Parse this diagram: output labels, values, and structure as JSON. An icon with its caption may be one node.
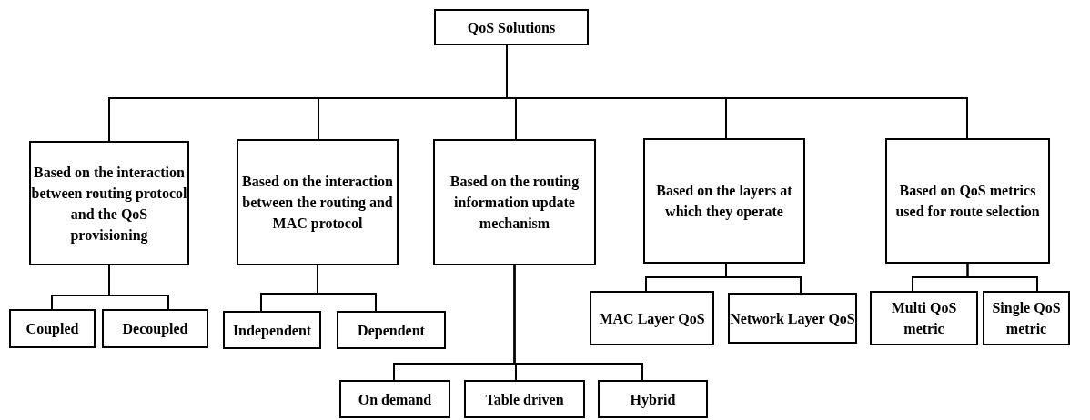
{
  "diagram": {
    "nodes": [
      {
        "text": [
          "QoS Solutions"
        ]
      },
      {
        "text": [
          "Based on the interaction between routing protocol and the QoS provisioning"
        ]
      },
      {
        "text": [
          "Based on the interaction between the routing and MAC protocol"
        ]
      },
      {
        "text": [
          "Based on the routing information update mechanism"
        ]
      },
      {
        "text": [
          "Based on the layers at which they operate"
        ]
      },
      {
        "text": [
          "Based on QoS metrics used for route selection"
        ]
      },
      {
        "text": [
          "Coupled"
        ]
      },
      {
        "text": [
          "Decoupled"
        ]
      },
      {
        "text": [
          "Independent"
        ]
      },
      {
        "text": [
          "Dependent"
        ]
      },
      {
        "text": [
          "MAC Layer QoS"
        ]
      },
      {
        "text": [
          "Network Layer QoS"
        ]
      },
      {
        "text": [
          "Multi QoS metric"
        ]
      },
      {
        "text": [
          "Single QoS metric"
        ]
      },
      {
        "text": [
          "On demand"
        ]
      },
      {
        "text": [
          "Table driven"
        ]
      },
      {
        "text": [
          "Hybrid"
        ]
      }
    ],
    "edges": [
      {
        "from": 0,
        "to": 1,
        "arrow": "none"
      },
      {
        "from": 0,
        "to": 2,
        "arrow": "none"
      },
      {
        "from": 0,
        "to": 3,
        "arrow": "none"
      },
      {
        "from": 0,
        "to": 4,
        "arrow": "none"
      },
      {
        "from": 0,
        "to": 5,
        "arrow": "none"
      },
      {
        "from": 1,
        "to": 6,
        "arrow": "none"
      },
      {
        "from": 1,
        "to": 7,
        "arrow": "none"
      },
      {
        "from": 2,
        "to": 8,
        "arrow": "none"
      },
      {
        "from": 2,
        "to": 9,
        "arrow": "none"
      },
      {
        "from": 4,
        "to": 10,
        "arrow": "none"
      },
      {
        "from": 4,
        "to": 11,
        "arrow": "none"
      },
      {
        "from": 5,
        "to": 12,
        "arrow": "none"
      },
      {
        "from": 5,
        "to": 13,
        "arrow": "none"
      },
      {
        "from": 3,
        "to": 14,
        "arrow": "none"
      },
      {
        "from": 3,
        "to": 15,
        "arrow": "none"
      },
      {
        "from": 3,
        "to": 16,
        "arrow": "none"
      }
    ]
  }
}
